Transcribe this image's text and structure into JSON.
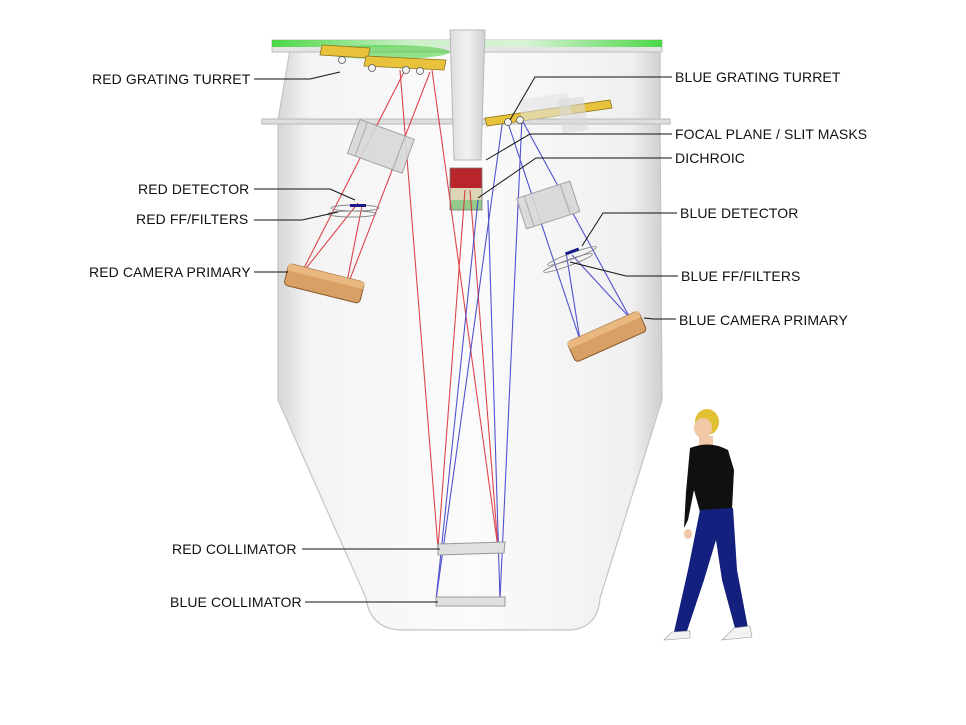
{
  "labels": {
    "red_grating_turret": "RED GRATING TURRET",
    "red_detector": "RED DETECTOR",
    "red_ff_filters": "RED FF/FILTERS",
    "red_camera_primary": "RED CAMERA PRIMARY",
    "red_collimator": "RED COLLIMATOR",
    "blue_collimator": "BLUE COLLIMATOR",
    "blue_grating_turret": "BLUE GRATING TURRET",
    "focal_plane": "FOCAL PLANE / SLIT MASKS",
    "dichroic": "DICHROIC",
    "blue_detector": "BLUE DETECTOR",
    "blue_ff_filters": "BLUE FF/FILTERS",
    "blue_camera_primary": "BLUE CAMERA PRIMARY"
  },
  "colors": {
    "red_beam": "#d9262f",
    "blue_beam": "#3535c8",
    "grating_green": "#39d62f",
    "grating_gold": "#e7c23a",
    "mirror_tan": "#d9a066",
    "vessel_fill": "#eeeeee",
    "dichroic_red": "#b8262c",
    "dichroic_green": "#93c98a",
    "person_shirt": "#101010",
    "person_pants": "#14207e",
    "person_hair": "#e2c235"
  }
}
